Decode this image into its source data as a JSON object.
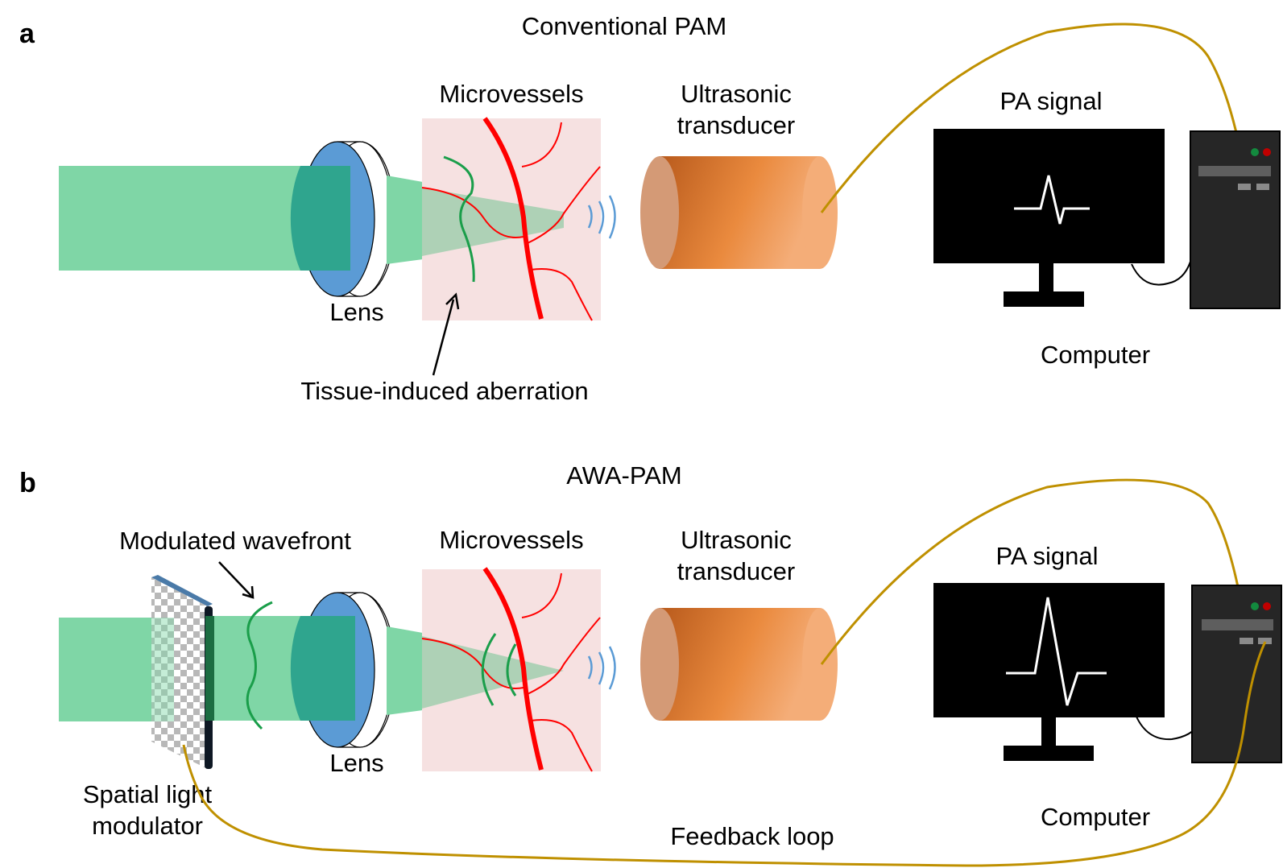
{
  "panels": [
    {
      "letter": "a",
      "title": "Conventional PAM",
      "labels": {
        "lens": "Lens",
        "microvessels": "Microvessels",
        "transducer_line1": "Ultrasonic",
        "transducer_line2": "transducer",
        "pa_signal": "PA signal",
        "computer": "Computer",
        "aberration": "Tissue-induced aberration"
      }
    },
    {
      "letter": "b",
      "title": "AWA-PAM",
      "labels": {
        "modulated_wavefront": "Modulated wavefront",
        "slm_line1": "Spatial light",
        "slm_line2": "modulator",
        "lens": "Lens",
        "microvessels": "Microvessels",
        "transducer_line1": "Ultrasonic",
        "transducer_line2": "transducer",
        "pa_signal": "PA signal",
        "computer": "Computer",
        "feedback": "Feedback loop"
      }
    }
  ],
  "colors": {
    "beam": "#7fd6a6",
    "lens_face": "#5b9bd5",
    "tissue": "#f6e1e1",
    "vessel": "#ff0000",
    "wavefront": "#1a9e4a",
    "ultrasound": "#5b9bd5",
    "transducer": "#e8823a",
    "cable": "#bf9000",
    "monitor": "#000000",
    "tower": "#262626"
  }
}
